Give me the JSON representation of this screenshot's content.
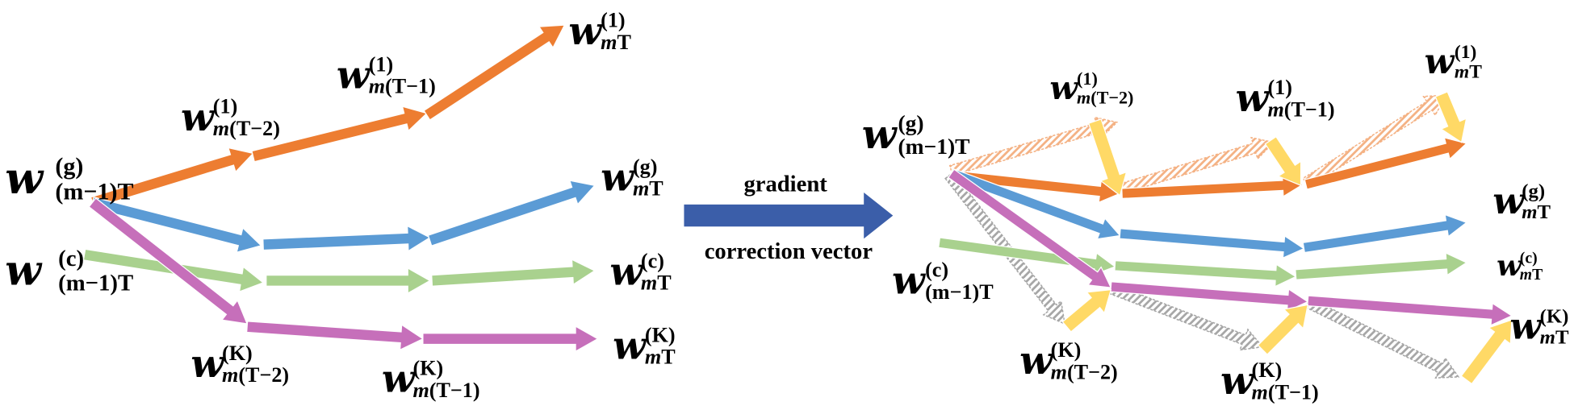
{
  "colors": {
    "orange": "#ed7d31",
    "blue": "#5b9bd5",
    "green": "#a9d18e",
    "purple": "#c66fba",
    "yellow": "#ffd966",
    "orange_hatch": "#f4b183",
    "gray_hatch": "#a6a6a6",
    "big_arrow": "#3b5ea9"
  },
  "center": {
    "line1": "gradient",
    "line2": "correction vector"
  },
  "labels": {
    "left": [
      {
        "sym": "w",
        "sup": "(g)",
        "sub": "(m−1)T"
      },
      {
        "sym": "w",
        "sup": "(1)",
        "sub_it": "m",
        "sub": "(T−2)"
      },
      {
        "sym": "w",
        "sup": "(1)",
        "sub_it": "m",
        "sub": "(T−1)"
      },
      {
        "sym": "w",
        "sup": "(1)",
        "sub_it": "m",
        "sub": "T"
      },
      {
        "sym": "w",
        "sup": "(g)",
        "sub_it": "m",
        "sub": "T"
      },
      {
        "sym": "w",
        "sup": "(c)",
        "sub": "(m−1)T"
      },
      {
        "sym": "w",
        "sup": "(c)",
        "sub_it": "m",
        "sub": "T"
      },
      {
        "sym": "w",
        "sup": "(K)",
        "sub_it": "m",
        "sub": "T"
      },
      {
        "sym": "w",
        "sup": "(K)",
        "sub_it": "m",
        "sub": "(T−2)"
      },
      {
        "sym": "w",
        "sup": "(K)",
        "sub_it": "m",
        "sub": "(T−1)"
      }
    ],
    "right": [
      {
        "sym": "w",
        "sup": "(g)",
        "sub": "(m−1)T"
      },
      {
        "sym": "w",
        "sup": "(1)",
        "sub_it": "m",
        "sub": "(T−2)"
      },
      {
        "sym": "w",
        "sup": "(1)",
        "sub_it": "m",
        "sub": "(T−1)"
      },
      {
        "sym": "w",
        "sup": "(1)",
        "sub_it": "m",
        "sub": "T"
      },
      {
        "sym": "w",
        "sup": "(g)",
        "sub_it": "m",
        "sub": "T"
      },
      {
        "sym": "w",
        "sup": "(c)",
        "sub_it": "m",
        "sub": "T"
      },
      {
        "sym": "w",
        "sup": "(c)",
        "sub": "(m−1)T"
      },
      {
        "sym": "w",
        "sup": "(K)",
        "sub_it": "m",
        "sub": "T"
      },
      {
        "sym": "w",
        "sup": "(K)",
        "sub_it": "m",
        "sub": "(T−2)"
      },
      {
        "sym": "w",
        "sup": "(K)",
        "sub_it": "m",
        "sub": "(T−1)"
      }
    ]
  }
}
